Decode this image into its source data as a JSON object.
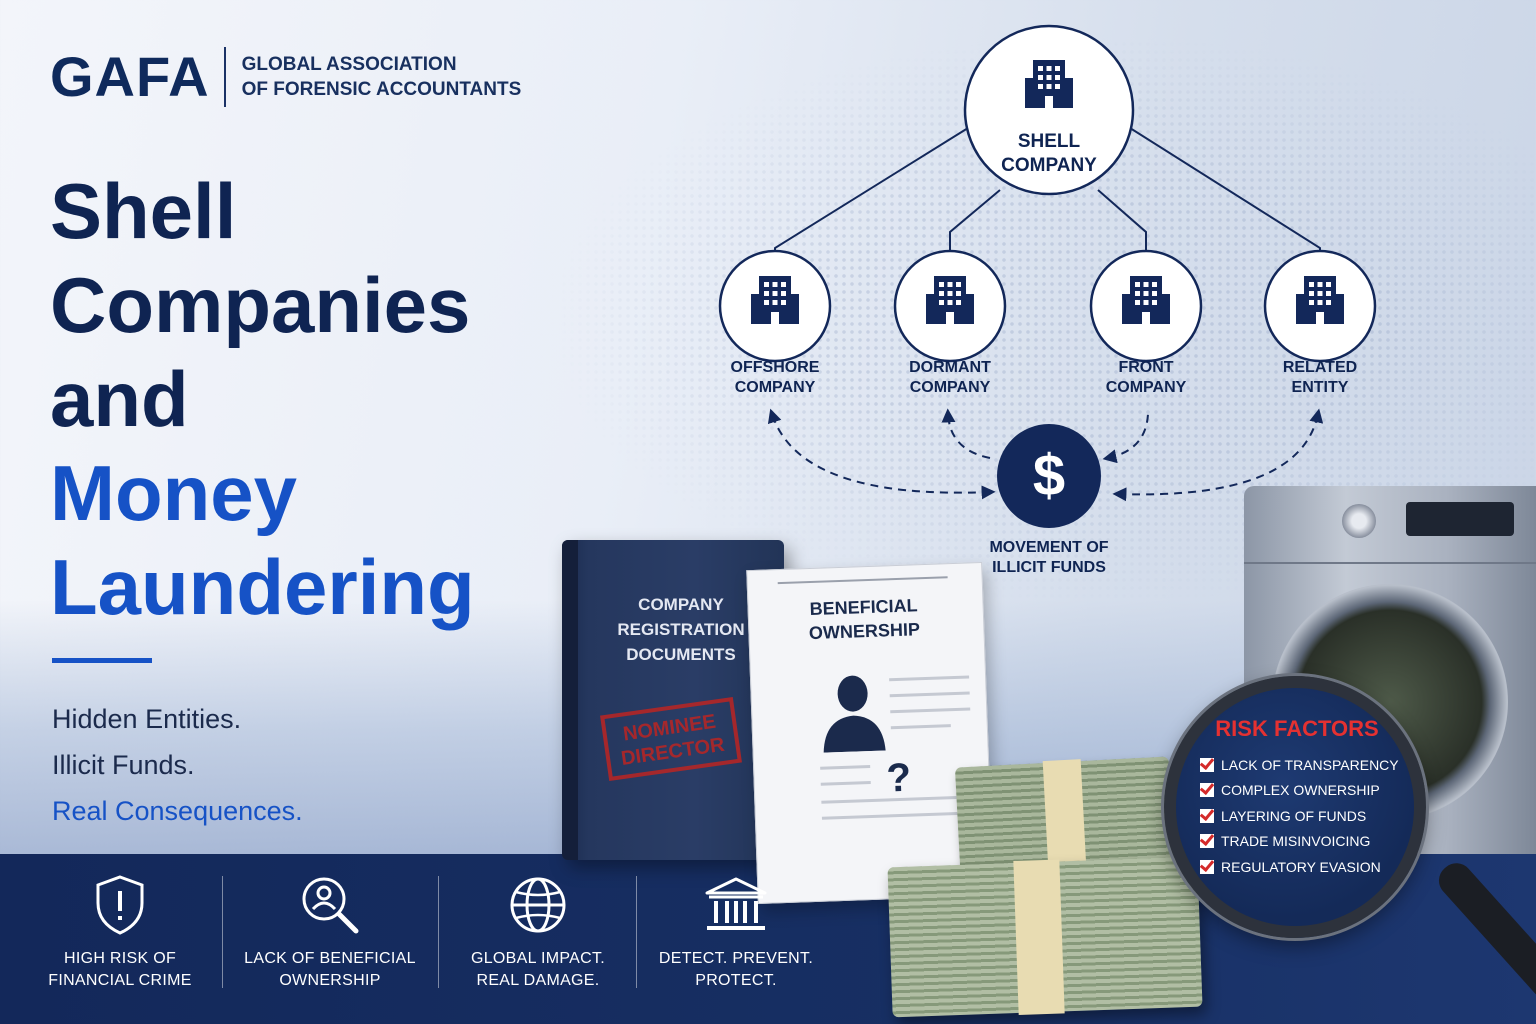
{
  "brand": {
    "name": "GAFA",
    "subtitle_line1": "GLOBAL ASSOCIATION",
    "subtitle_line2": "OF FORENSIC ACCOUNTANTS"
  },
  "headline": {
    "line1": "Shell",
    "line2": "Companies",
    "line3": "and",
    "line4": "Money",
    "line5": "Laundering"
  },
  "taglines": {
    "line1": "Hidden Entities.",
    "line2": "Illicit Funds.",
    "line3": "Real Consequences."
  },
  "diagram": {
    "root": {
      "line1": "SHELL",
      "line2": "COMPANY",
      "icon": "building-icon"
    },
    "children": [
      {
        "line1": "OFFSHORE",
        "line2": "COMPANY",
        "icon": "building-icon"
      },
      {
        "line1": "DORMANT",
        "line2": "COMPANY",
        "icon": "building-icon"
      },
      {
        "line1": "FRONT",
        "line2": "COMPANY",
        "icon": "building-icon"
      },
      {
        "line1": "RELATED",
        "line2": "ENTITY",
        "icon": "building-icon"
      }
    ],
    "hub": {
      "symbol": "$",
      "line1": "MOVEMENT OF",
      "line2": "ILLICIT FUNDS",
      "icon": "dollar-icon"
    }
  },
  "binder": {
    "line1": "COMPANY",
    "line2": "REGISTRATION",
    "line3": "DOCUMENTS",
    "stamp_line1": "NOMINEE",
    "stamp_line2": "DIRECTOR"
  },
  "document": {
    "line1": "BENEFICIAL",
    "line2": "OWNERSHIP",
    "mark": "?"
  },
  "risk_factors": {
    "title": "RISK FACTORS",
    "items": [
      "LACK OF TRANSPARENCY",
      "COMPLEX OWNERSHIP",
      "LAYERING OF FUNDS",
      "TRADE MISINVOICING",
      "REGULATORY EVASION"
    ]
  },
  "features": [
    {
      "icon": "shield-alert-icon",
      "line1": "HIGH RISK OF",
      "line2": "FINANCIAL CRIME"
    },
    {
      "icon": "search-person-icon",
      "line1": "LACK OF BENEFICIAL",
      "line2": "OWNERSHIP"
    },
    {
      "icon": "globe-icon",
      "line1": "GLOBAL IMPACT.",
      "line2": "REAL DAMAGE."
    },
    {
      "icon": "bank-icon",
      "line1": "DETECT. PREVENT.",
      "line2": "PROTECT."
    }
  ],
  "colors": {
    "navy": "#13285a",
    "accent_blue": "#1652c6",
    "alert_red": "#d42a2a"
  }
}
